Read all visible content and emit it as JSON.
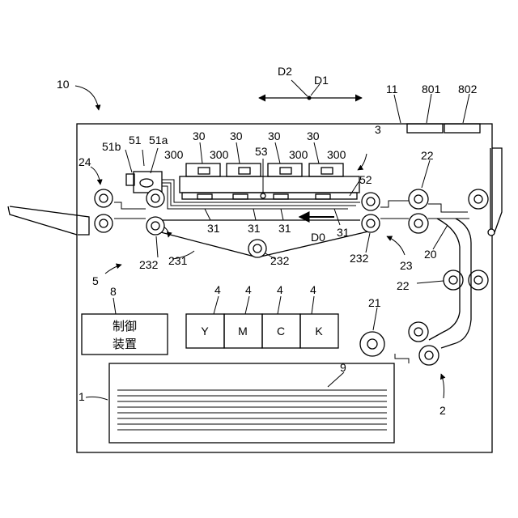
{
  "labels": {
    "apparatus": "10",
    "direction_d2": "D2",
    "direction_d1": "D1",
    "d0": "D0",
    "n11": "11",
    "n801": "801",
    "n802": "802",
    "n3": "3",
    "n51": "51",
    "n51a": "51a",
    "n51b": "51b",
    "n53": "53",
    "n52": "52",
    "n24": "24",
    "n22": "22",
    "n20": "20",
    "n23": "23",
    "n21": "21",
    "n2": "2",
    "n1": "1",
    "n9": "9",
    "n5": "5",
    "n8": "8",
    "n231": "231",
    "n232": "232",
    "n31": "31",
    "n4": "4",
    "n30": "30",
    "n300": "300"
  },
  "controller": {
    "line1": "制御",
    "line2": "装置"
  },
  "ink_tanks": [
    "Y",
    "M",
    "C",
    "K"
  ]
}
